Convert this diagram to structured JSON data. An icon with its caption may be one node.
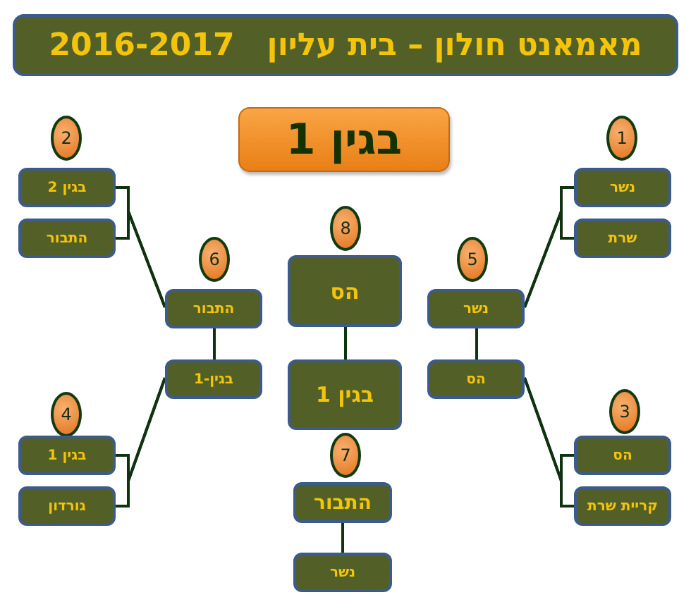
{
  "diagram": {
    "title": "מאמאנט חולון – בית עליון   2016-2017",
    "nodes": [
      {
        "text": [
          "בגין 1"
        ]
      },
      {
        "text": [
          "1"
        ]
      },
      {
        "text": [
          "2"
        ]
      },
      {
        "text": [
          "נשר"
        ]
      },
      {
        "text": [
          "בגין 2"
        ]
      },
      {
        "text": [
          "שרת"
        ]
      },
      {
        "text": [
          "התבור"
        ]
      },
      {
        "text": [
          "8"
        ]
      },
      {
        "text": [
          "6"
        ]
      },
      {
        "text": [
          "5"
        ]
      },
      {
        "text": [
          "הס"
        ]
      },
      {
        "text": [
          "התבור"
        ]
      },
      {
        "text": [
          "נשר"
        ]
      },
      {
        "text": [
          "בגין 1"
        ]
      },
      {
        "text": [
          "בגין-1"
        ]
      },
      {
        "text": [
          "הס"
        ]
      },
      {
        "text": [
          "4"
        ]
      },
      {
        "text": [
          "3"
        ]
      },
      {
        "text": [
          "7"
        ]
      },
      {
        "text": [
          "בגין 1"
        ]
      },
      {
        "text": [
          "הס"
        ]
      },
      {
        "text": [
          "התבור"
        ]
      },
      {
        "text": [
          "גורדון"
        ]
      },
      {
        "text": [
          "קריית שרת"
        ]
      },
      {
        "text": [
          "נשר"
        ]
      }
    ],
    "edges": [
      {
        "from": 3,
        "to": 12,
        "arrow": "none"
      },
      {
        "from": 5,
        "to": 12,
        "arrow": "none"
      },
      {
        "from": 4,
        "to": 11,
        "arrow": "none"
      },
      {
        "from": 6,
        "to": 11,
        "arrow": "none"
      },
      {
        "from": 11,
        "to": 14,
        "arrow": "none"
      },
      {
        "from": 12,
        "to": 15,
        "arrow": "none"
      },
      {
        "from": 10,
        "to": 13,
        "arrow": "none"
      },
      {
        "from": 19,
        "to": 14,
        "arrow": "none"
      },
      {
        "from": 22,
        "to": 14,
        "arrow": "none"
      },
      {
        "from": 20,
        "to": 15,
        "arrow": "none"
      },
      {
        "from": 23,
        "to": 15,
        "arrow": "none"
      },
      {
        "from": 21,
        "to": 24,
        "arrow": "none"
      }
    ]
  }
}
